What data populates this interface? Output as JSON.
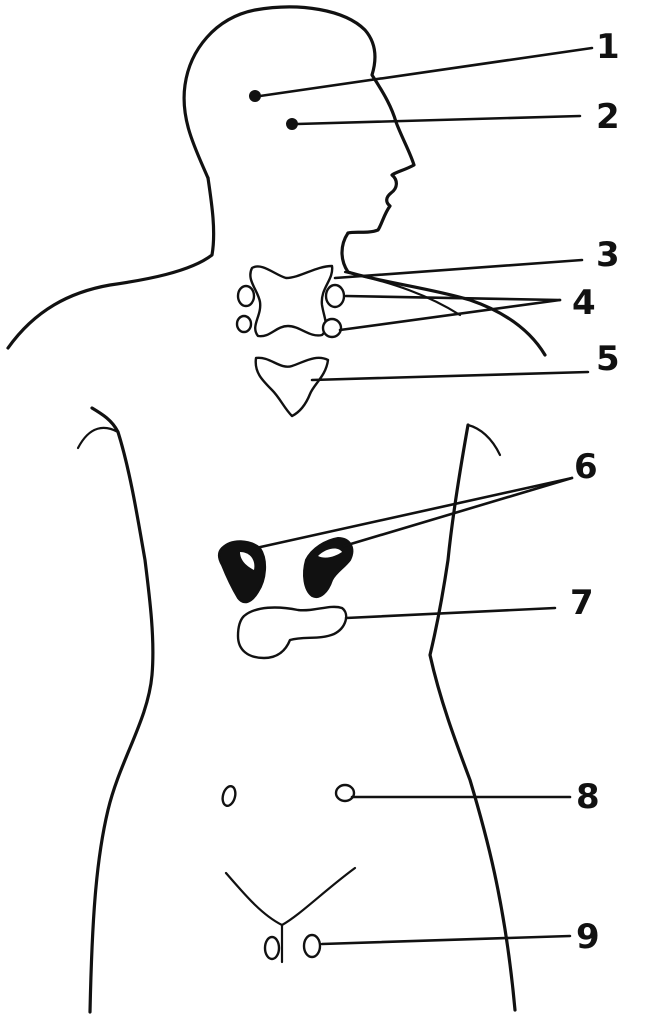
{
  "labels": [
    {
      "id": "1",
      "text": "1"
    },
    {
      "id": "2",
      "text": "2"
    },
    {
      "id": "3",
      "text": "3"
    },
    {
      "id": "4",
      "text": "4"
    },
    {
      "id": "5",
      "text": "5"
    },
    {
      "id": "6",
      "text": "6"
    },
    {
      "id": "7",
      "text": "7"
    },
    {
      "id": "8",
      "text": "8"
    },
    {
      "id": "9",
      "text": "9"
    }
  ],
  "colors": {
    "ink": "#111111",
    "paper": "#ffffff"
  }
}
